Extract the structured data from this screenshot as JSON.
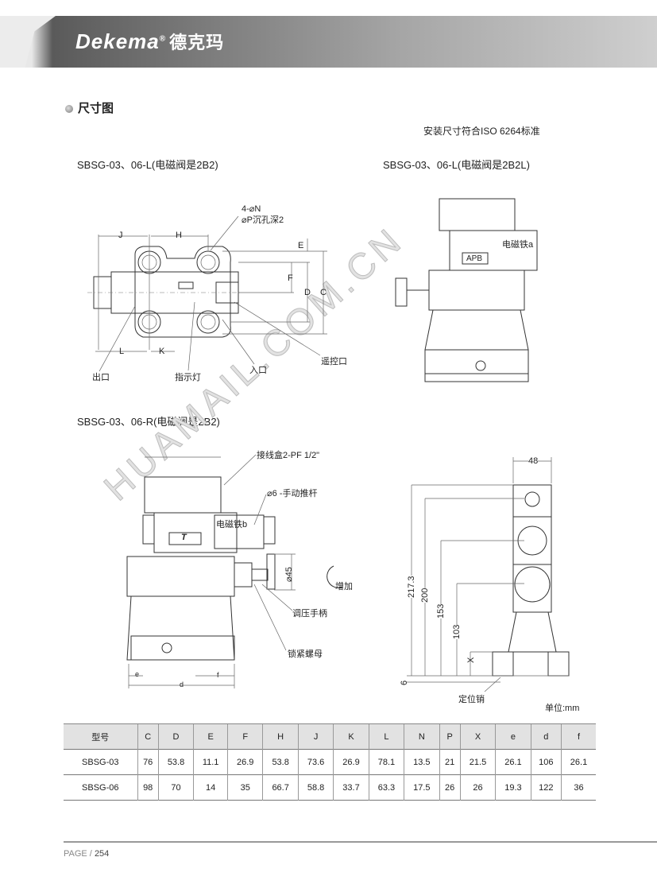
{
  "header": {
    "brand": "Dekema",
    "registered": "®",
    "brand_cn": "德克玛"
  },
  "section": {
    "title": "尺寸图",
    "note": "安装尺寸符合ISO 6264标准"
  },
  "diagrams": {
    "d1": {
      "title": "SBSG-03、06-L(电磁阀是2B2)",
      "labels": {
        "n": "4-⌀N",
        "p": "⌀P沉孔深2",
        "j": "J",
        "h": "H",
        "e": "E",
        "f": "F",
        "d": "D",
        "c": "C",
        "l": "L",
        "k": "K",
        "outlet": "出口",
        "indicator": "指示灯",
        "inlet": "入口",
        "remote": "遥控口"
      }
    },
    "d2": {
      "title": "SBSG-03、06-L(电磁阀是2B2L)",
      "labels": {
        "solenoid": "电磁铁a",
        "apb": "APB"
      }
    },
    "d3": {
      "title": "SBSG-03、06-R(电磁阀是2B2)",
      "labels": {
        "junction": "接线盒2-PF 1/2\"",
        "pushrod": "⌀6 -手动推杆",
        "solenoid": "电磁铁b",
        "t": "T",
        "dia": "⌀45",
        "increase": "增加",
        "handle": "调压手柄",
        "locknut": "锁紧螺母",
        "e": "e",
        "d": "d",
        "f": "f"
      }
    },
    "d4": {
      "labels": {
        "w": "48",
        "h1": "217.3",
        "h2": "200",
        "h3": "153",
        "h4": "103",
        "x": "X",
        "six": "6",
        "pin": "定位销",
        "unit": "单位:mm"
      }
    }
  },
  "table": {
    "headers": [
      "型号",
      "C",
      "D",
      "E",
      "F",
      "H",
      "J",
      "K",
      "L",
      "N",
      "P",
      "X",
      "e",
      "d",
      "f"
    ],
    "rows": [
      [
        "SBSG-03",
        "76",
        "53.8",
        "11.1",
        "26.9",
        "53.8",
        "73.6",
        "26.9",
        "78.1",
        "13.5",
        "21",
        "21.5",
        "26.1",
        "106",
        "26.1"
      ],
      [
        "SBSG-06",
        "98",
        "70",
        "14",
        "35",
        "66.7",
        "58.8",
        "33.7",
        "63.3",
        "17.5",
        "26",
        "26",
        "19.3",
        "122",
        "36"
      ]
    ]
  },
  "watermark": "HUAMAIL.COM.CN",
  "footer": {
    "page_label": "PAGE /",
    "page_number": "254"
  }
}
